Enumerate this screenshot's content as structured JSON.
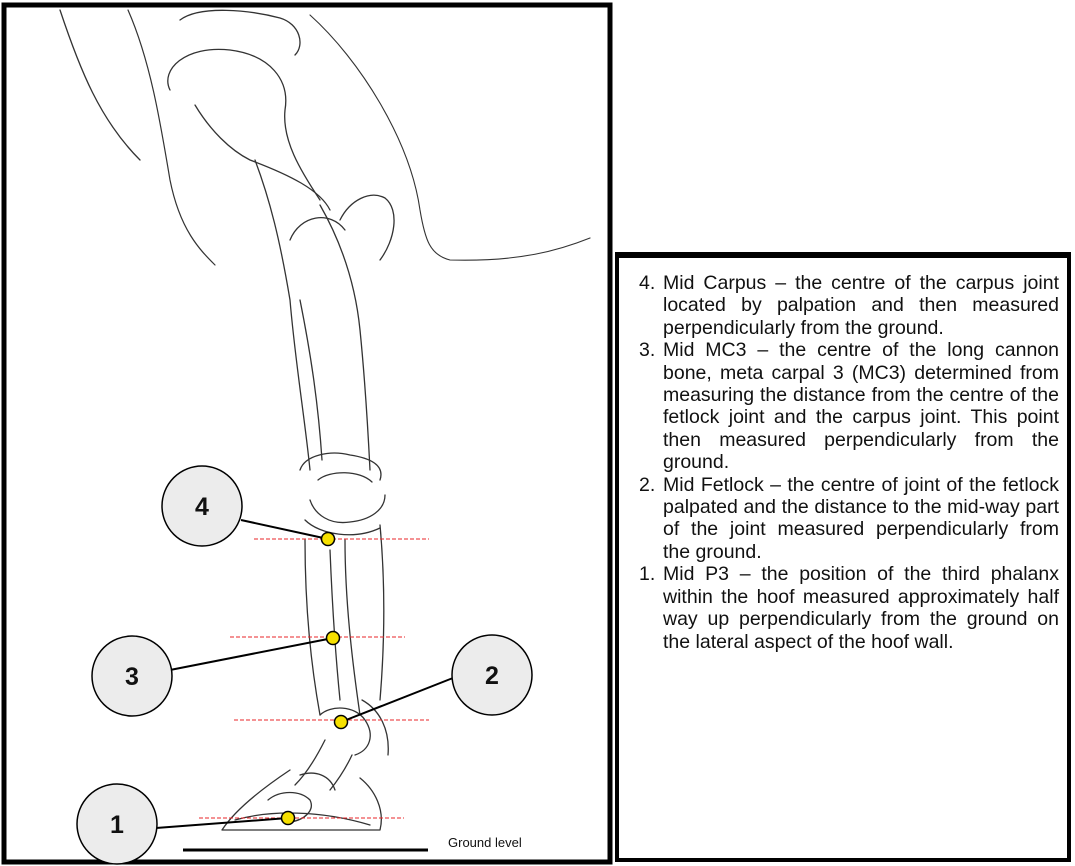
{
  "diagram": {
    "markers": [
      {
        "number": "4"
      },
      {
        "number": "3"
      },
      {
        "number": "2"
      },
      {
        "number": "1"
      }
    ],
    "ground_label": "Ground level",
    "colors": {
      "marker_fill": "#f6e000",
      "guide_line": "#e8262a",
      "callout_fill": "#ececec"
    }
  },
  "legend": {
    "items": [
      {
        "num": "4.",
        "text": "Mid Carpus – the centre of the carpus joint located by palpation and then measured perpendicularly from the ground."
      },
      {
        "num": "3.",
        "text": "Mid MC3 – the centre of the long cannon bone, meta carpal 3 (MC3) determined from measuring the distance from the centre of the fetlock joint and the carpus joint. This point then measured perpendicularly from the ground."
      },
      {
        "num": "2.",
        "text": "Mid Fetlock – the centre of joint of the fetlock palpated and the distance to the mid-way part of the joint measured perpendicularly from the ground."
      },
      {
        "num": "1.",
        "text": "Mid P3 – the position of the third phalanx within the hoof measured approximately half way up perpendicularly from the ground on the lateral aspect of the hoof wall."
      }
    ]
  }
}
